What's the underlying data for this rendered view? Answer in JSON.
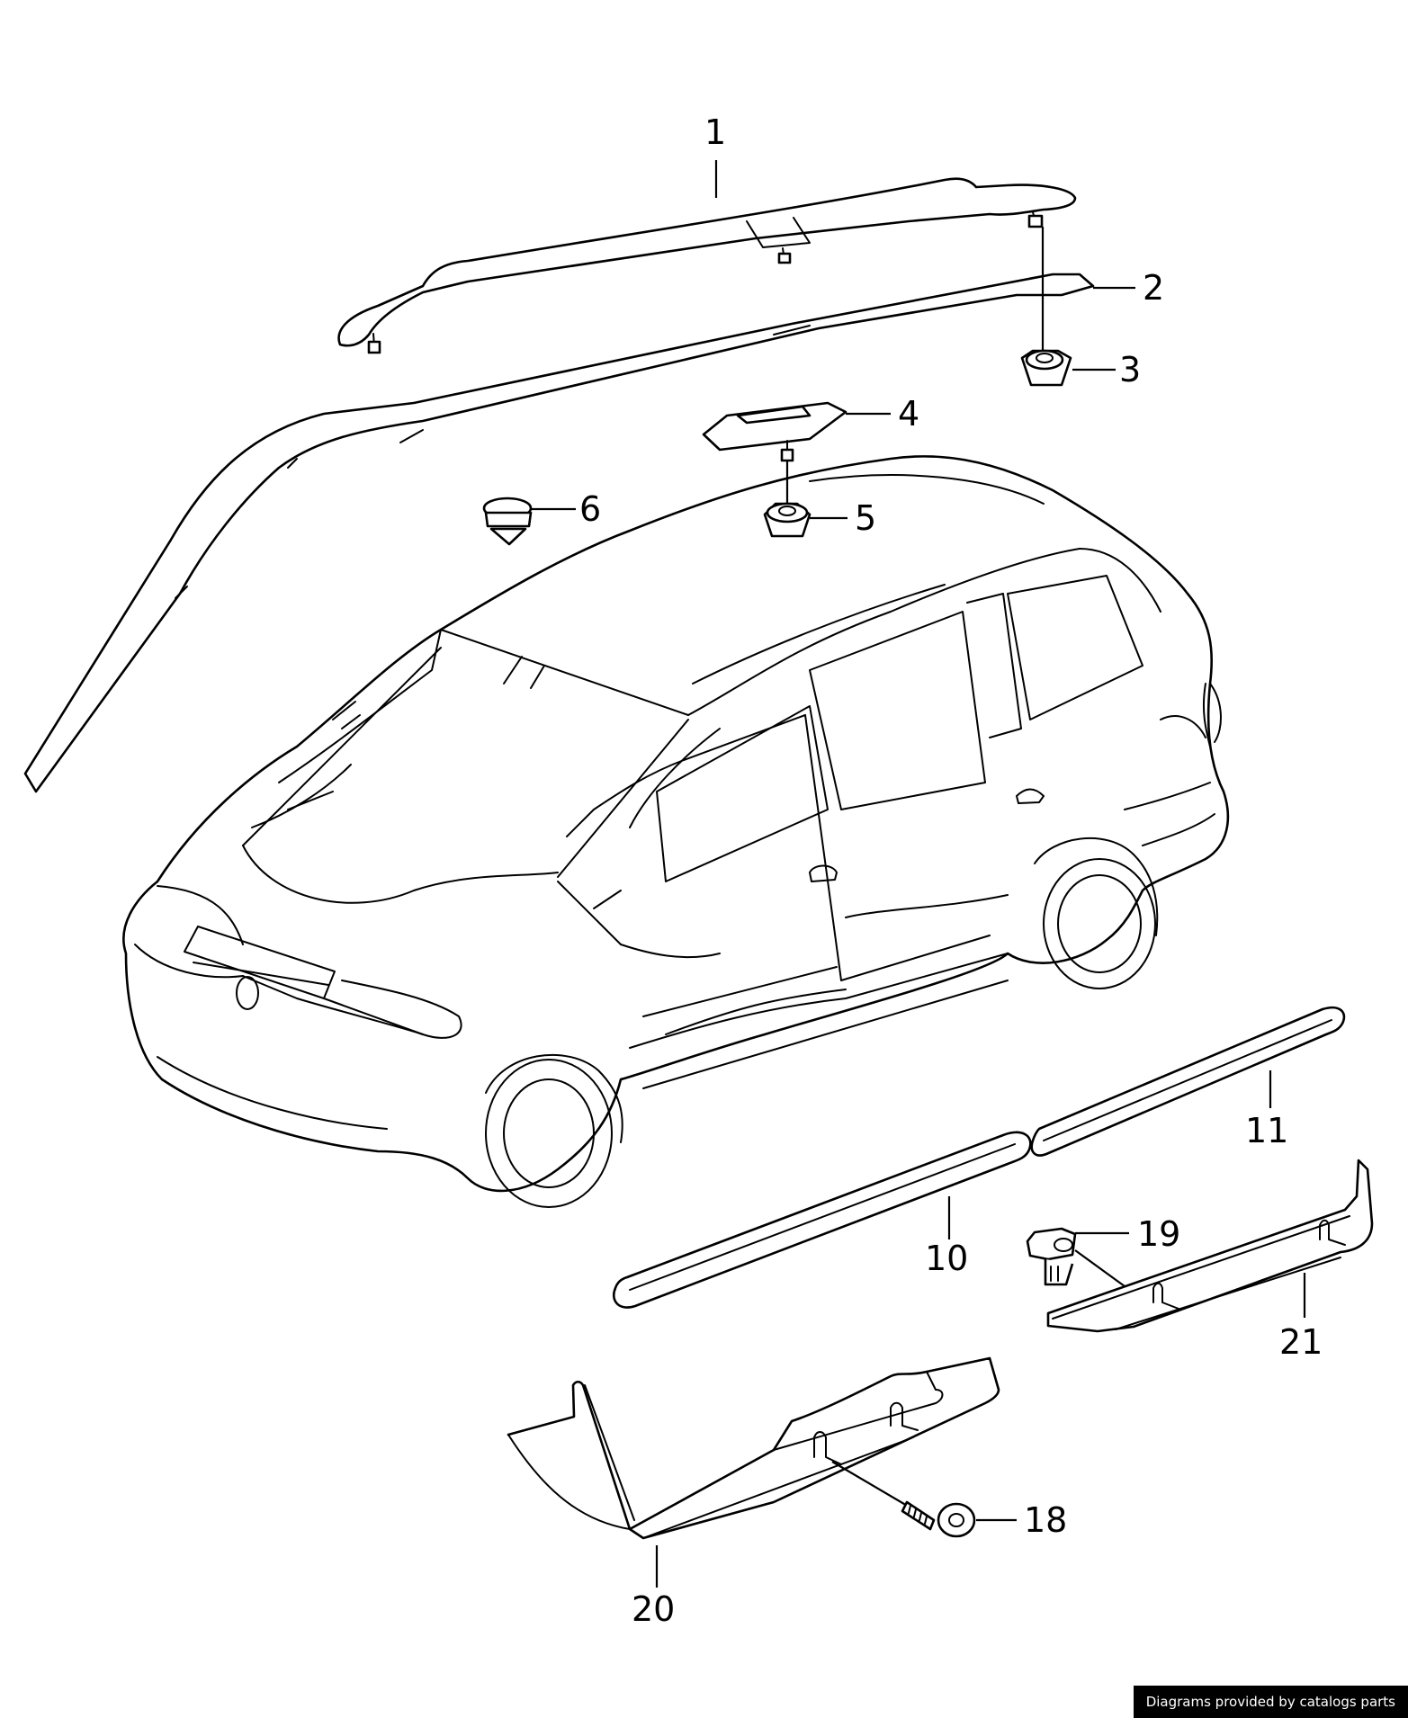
{
  "callouts": {
    "c1": "1",
    "c2": "2",
    "c3": "3",
    "c4": "4",
    "c5": "5",
    "c6": "6",
    "c10": "10",
    "c11": "11",
    "c18": "18",
    "c19": "19",
    "c20": "20",
    "c21": "21"
  },
  "credit": "Diagrams provided by catalogs parts"
}
